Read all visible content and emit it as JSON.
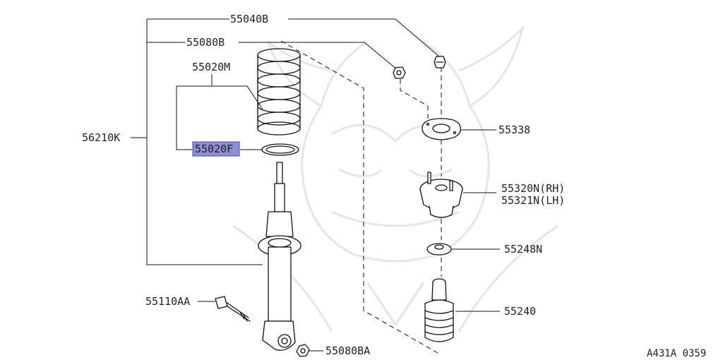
{
  "diagram": {
    "callouts": {
      "p55040B": "55040B",
      "p55080B": "55080B",
      "p55020M": "55020M",
      "p56210K": "56210K",
      "p55020F": "55020F",
      "p55338": "55338",
      "p55320N": "55320N(RH)",
      "p55321N": "55321N(LH)",
      "p55248N": "55248N",
      "p55240": "55240",
      "p55110AA": "55110AA",
      "p55080BA": "55080BA"
    },
    "highlighted_part": "55020F",
    "highlight_color": "#8f8fd8",
    "figure_id": "A431A 0359"
  }
}
